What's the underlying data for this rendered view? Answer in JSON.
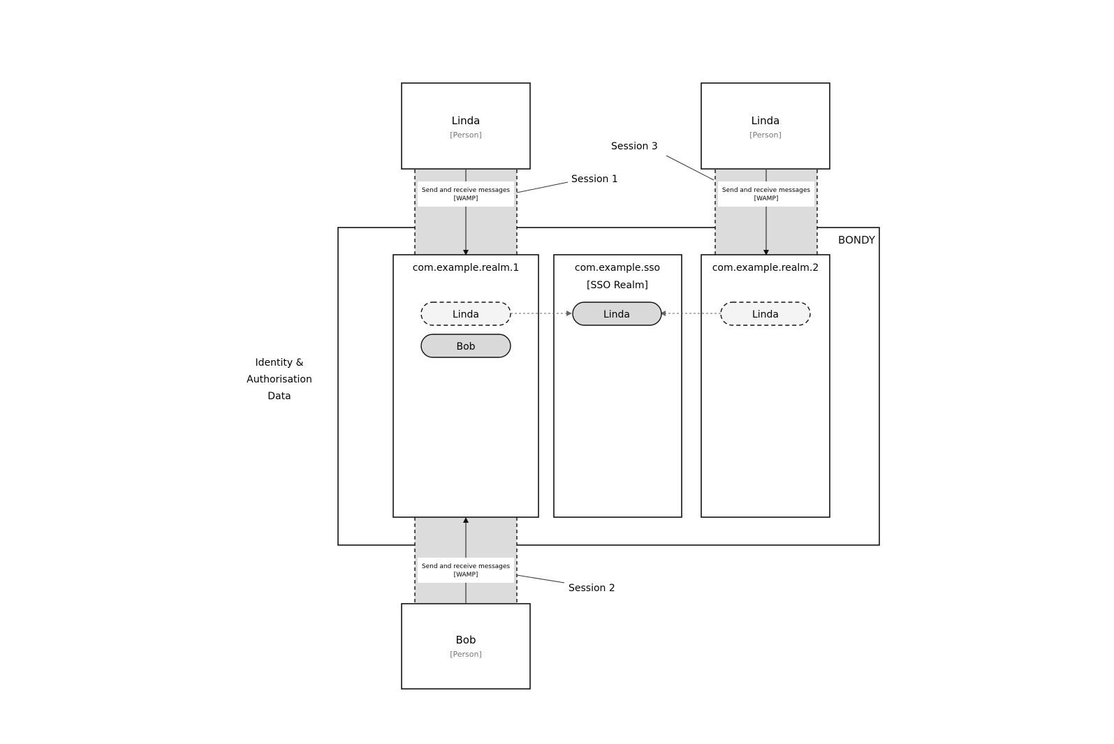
{
  "bondy": {
    "label": "BONDY"
  },
  "identity": {
    "lines": [
      "Identity &",
      "Authorisation",
      "Data"
    ]
  },
  "actors": {
    "linda_top_left": {
      "name": "Linda",
      "type": "[Person]"
    },
    "linda_top_right": {
      "name": "Linda",
      "type": "[Person]"
    },
    "bob_bottom": {
      "name": "Bob",
      "type": "[Person]"
    }
  },
  "sessions": {
    "session1": "Session 1",
    "session2": "Session 2",
    "session3": "Session 3"
  },
  "channel": {
    "line1": "Send and receive messages",
    "line2": "[WAMP]"
  },
  "realms": {
    "realm1": {
      "title": "com.example.realm.1",
      "users": [
        "Linda",
        "Bob"
      ]
    },
    "sso": {
      "title": "com.example.sso",
      "subtitle": "[SSO Realm]",
      "users": [
        "Linda"
      ]
    },
    "realm2": {
      "title": "com.example.realm.2",
      "users": [
        "Linda"
      ]
    }
  },
  "colors": {
    "channel_fill": "#dcdcdc",
    "pill_fill": "#d9d9d9",
    "pill_light": "#f4f4f4",
    "stroke": "#111111"
  }
}
